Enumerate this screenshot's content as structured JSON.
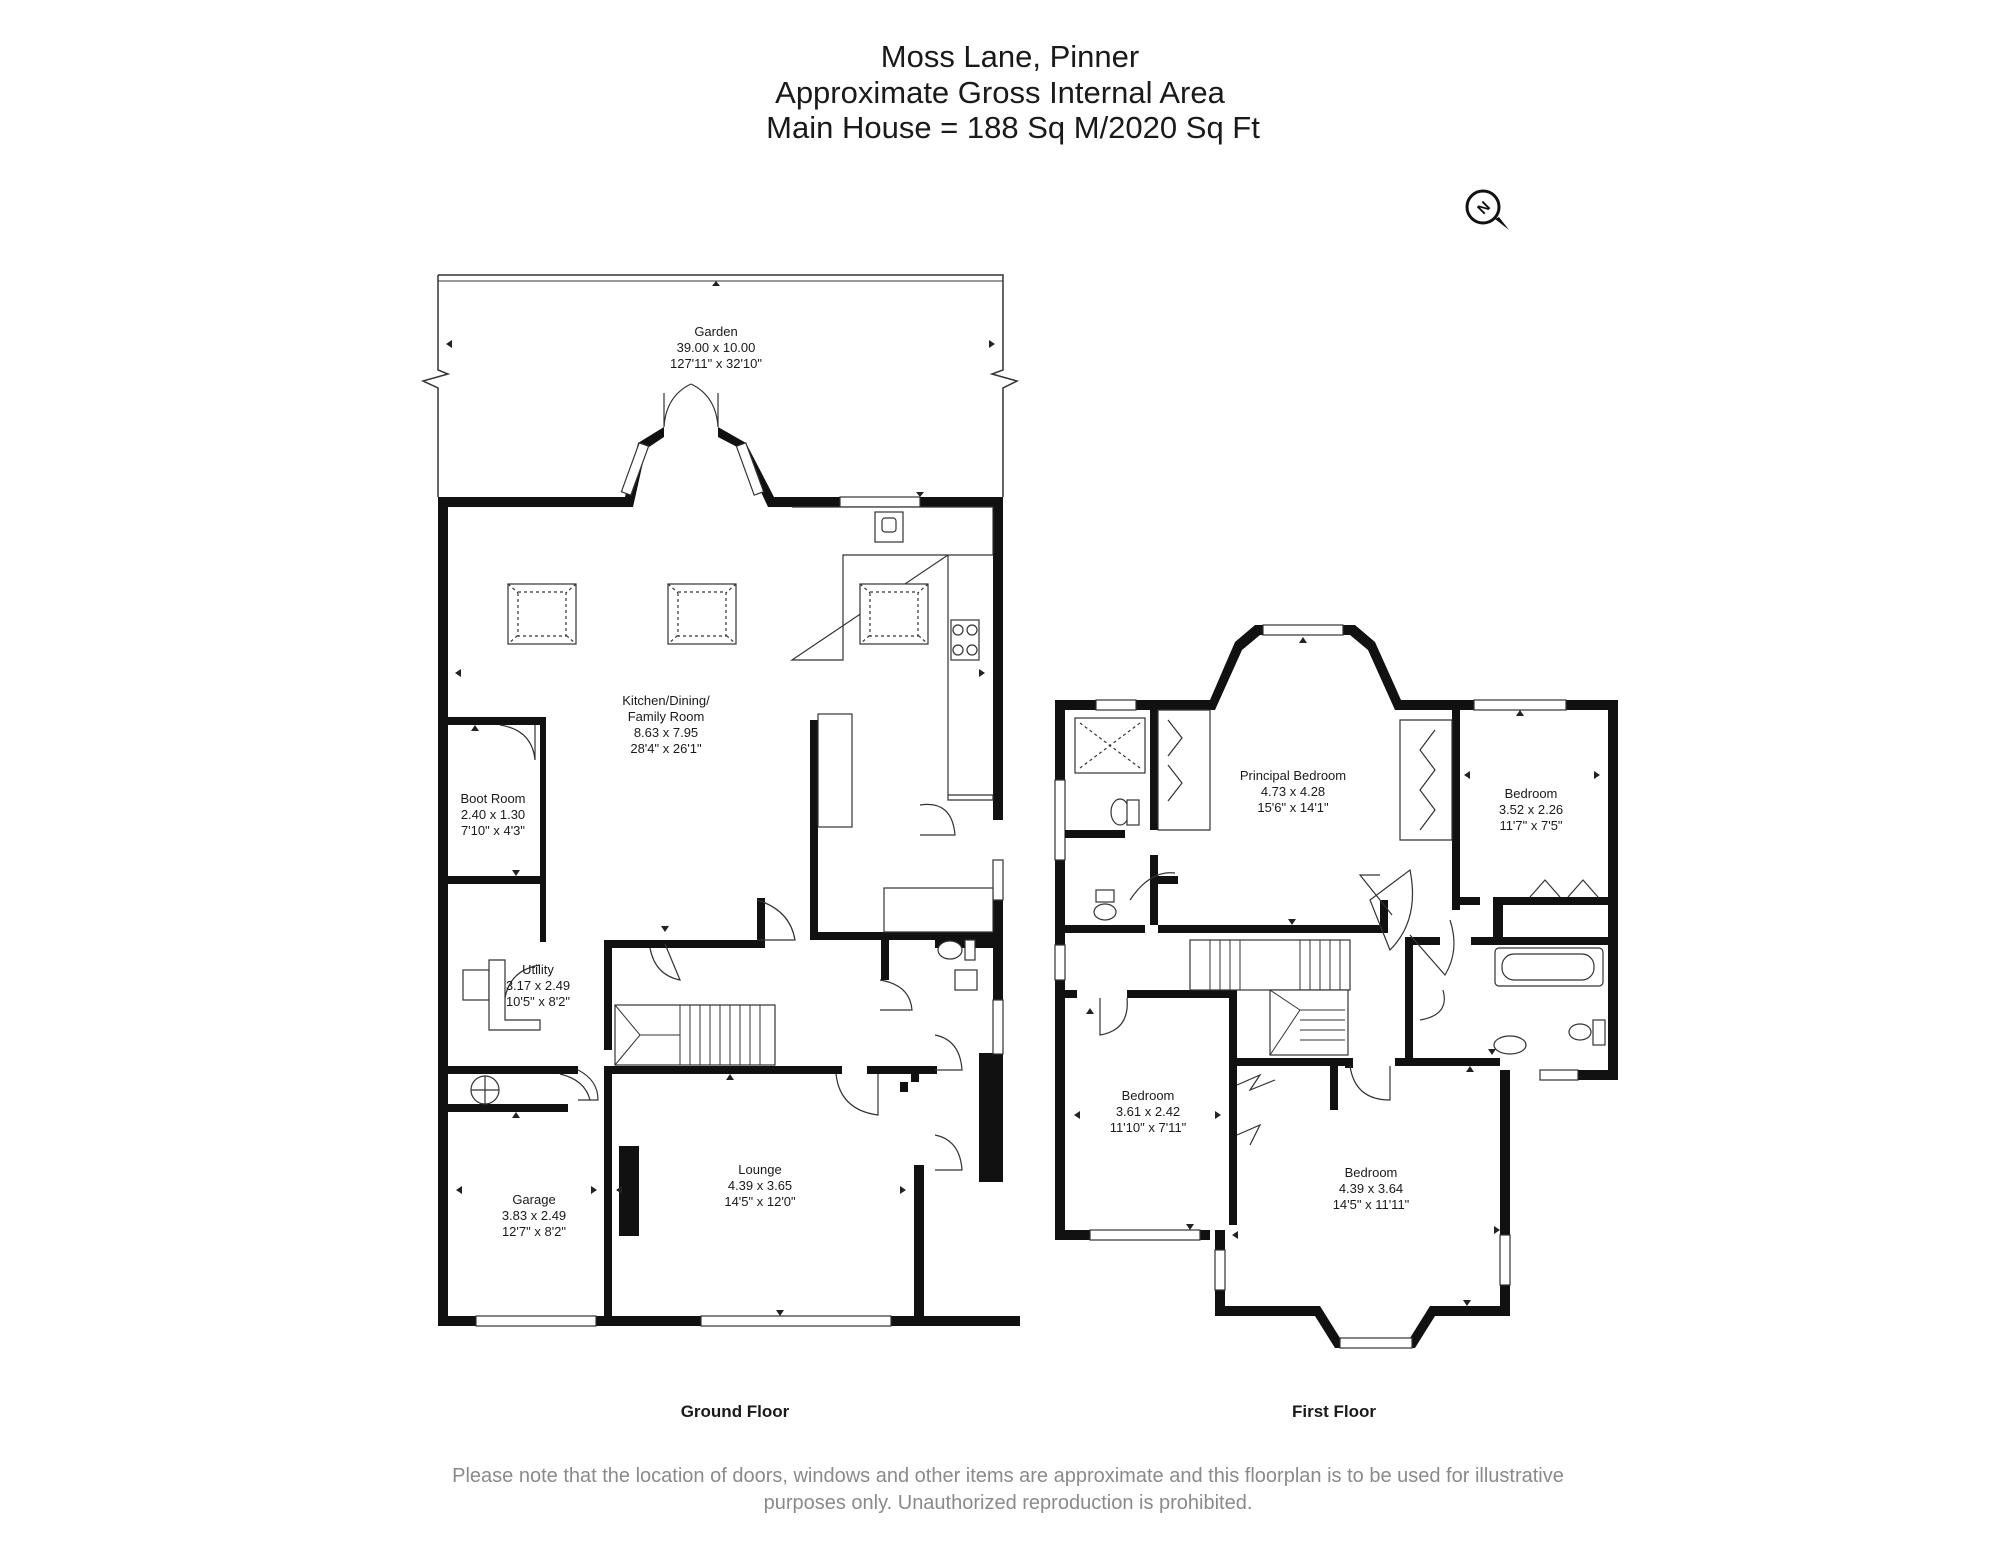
{
  "header": {
    "line1": "Moss Lane, Pinner",
    "line2": "Approximate Gross Internal Area",
    "line3": "Main House = 188 Sq M/2020 Sq Ft"
  },
  "compass": {
    "icon": "north-compass-icon",
    "letter": "N"
  },
  "ground_floor": {
    "label": "Ground Floor",
    "rooms": [
      {
        "key": "garden",
        "lines": [
          "Garden",
          "39.00 x 10.00",
          "127'11\" x 32'10\""
        ]
      },
      {
        "key": "kitchen",
        "lines": [
          "Kitchen/Dining/",
          "Family Room",
          "8.63 x 7.95",
          "28'4\" x 26'1\""
        ]
      },
      {
        "key": "boot-room",
        "lines": [
          "Boot Room",
          "2.40 x 1.30",
          "7'10\" x 4'3\""
        ]
      },
      {
        "key": "utility",
        "lines": [
          "Utility",
          "3.17 x 2.49",
          "10'5\" x 8'2\""
        ]
      },
      {
        "key": "garage",
        "lines": [
          "Garage",
          "3.83 x 2.49",
          "12'7\" x 8'2\""
        ]
      },
      {
        "key": "lounge",
        "lines": [
          "Lounge",
          "4.39 x 3.65",
          "14'5\" x 12'0\""
        ]
      }
    ]
  },
  "first_floor": {
    "label": "First Floor",
    "rooms": [
      {
        "key": "principal-bedroom",
        "lines": [
          "Principal Bedroom",
          "4.73 x 4.28",
          "15'6\" x 14'1\""
        ]
      },
      {
        "key": "bedroom-2",
        "lines": [
          "Bedroom",
          "3.52 x 2.26",
          "11'7\" x 7'5\""
        ]
      },
      {
        "key": "bedroom-3",
        "lines": [
          "Bedroom",
          "3.61 x 2.42",
          "11'10\" x 7'11\""
        ]
      },
      {
        "key": "bedroom-4",
        "lines": [
          "Bedroom",
          "4.39 x 3.64",
          "14'5\" x 11'11\""
        ]
      }
    ]
  },
  "disclaimer": {
    "line1": "Please note that the location of doors, windows and other items are approximate and this floorplan is to be used for illustrative",
    "line2": "purposes only. Unauthorized reproduction is prohibited."
  }
}
